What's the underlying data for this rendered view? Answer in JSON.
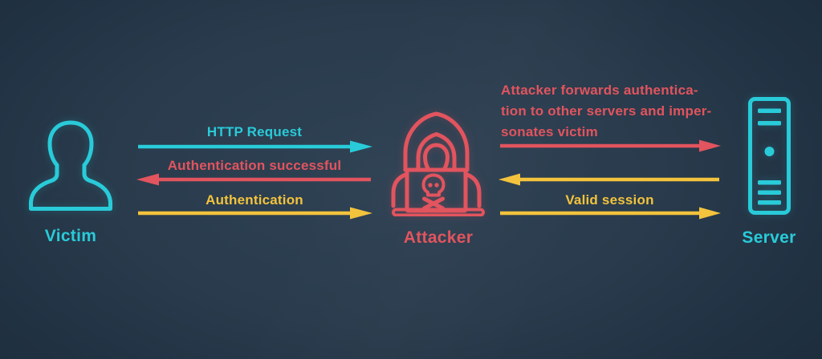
{
  "diagram_type": "man-in-the-middle attack sequence diagram",
  "nodes": {
    "victim": {
      "label": "Victim",
      "color": "#29cbd9"
    },
    "attacker": {
      "label": "Attacker",
      "color": "#e2545e"
    },
    "server": {
      "label": "Server",
      "color": "#29cbd9"
    }
  },
  "flows_victim_attacker": [
    {
      "label": "HTTP Request",
      "color": "#29cbd9",
      "direction": "right"
    },
    {
      "label": "Authentication successful",
      "color": "#e2545e",
      "direction": "left"
    },
    {
      "label": "Authentication",
      "color": "#f3c33d",
      "direction": "right"
    }
  ],
  "flows_attacker_server": [
    {
      "label": "",
      "color": "#e2545e",
      "direction": "right"
    },
    {
      "label": "",
      "color": "#f3c33d",
      "direction": "left"
    },
    {
      "label": "Valid session",
      "color": "#f3c33d",
      "direction": "right"
    }
  ],
  "annotation": {
    "color": "#e2545e",
    "lines": [
      "Attacker forwards authentica-",
      "tion to other servers and imper-",
      "sonates victim"
    ]
  },
  "theme": {
    "background_center": "#2e4153",
    "background_edge": "#1b2b39",
    "cyan": "#29cbd9",
    "red": "#e2545e",
    "yellow": "#f3c33d"
  }
}
